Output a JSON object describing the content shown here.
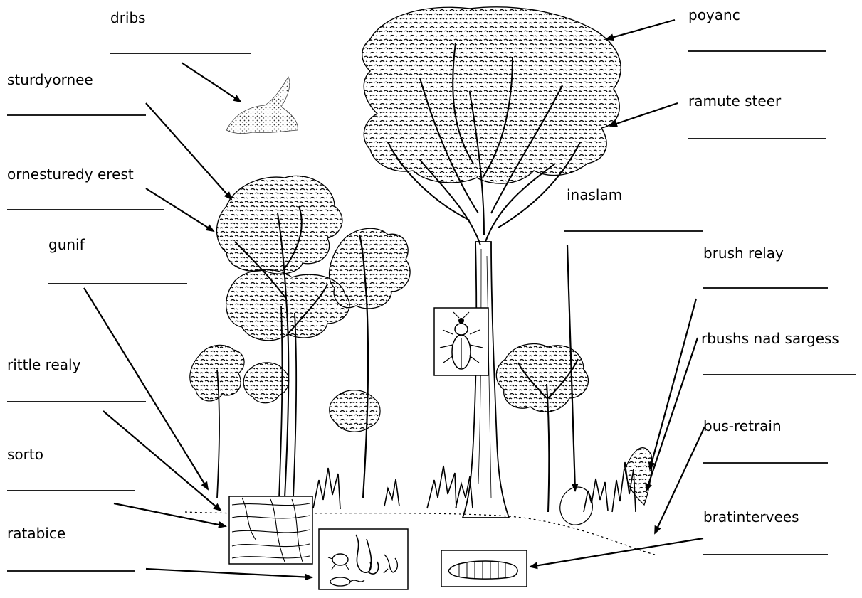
{
  "labels": {
    "dribs": "dribs",
    "sturdyornee": "sturdyornee",
    "ornesturedy_erest": "ornesturedy erest",
    "gunif": "gunif",
    "rittle_realy": "rittle realy",
    "sorto": "sorto",
    "ratabice": "ratabice",
    "poyanc": "poyanc",
    "ramute_steer": "ramute steer",
    "inaslam": "inaslam",
    "brush_relay": "brush relay",
    "rbushs_nad_sargess": "rbushs nad sargess",
    "bus_retrain": "bus-retrain",
    "bratintervees": "bratintervees"
  }
}
